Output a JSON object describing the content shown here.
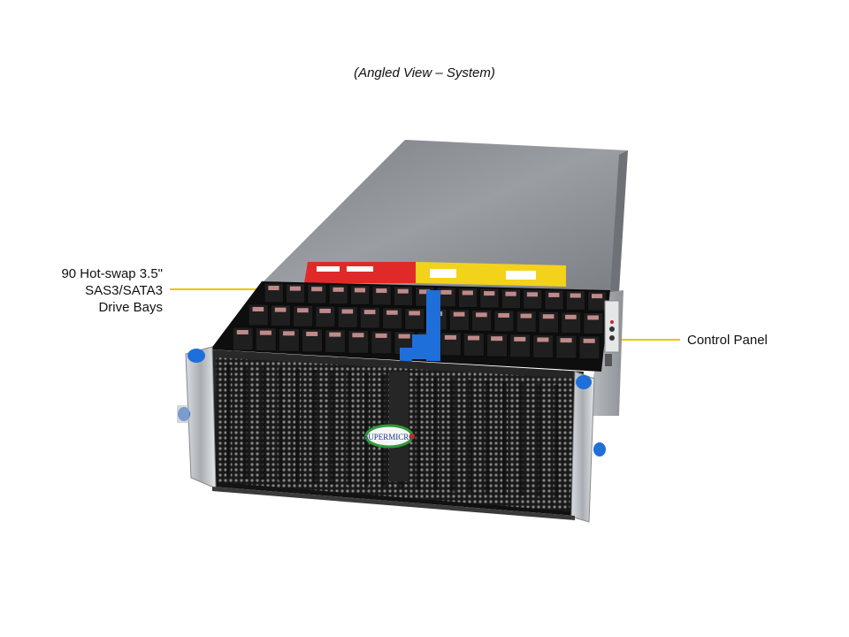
{
  "caption": "(Angled View – System)",
  "callouts": {
    "drive_bays": [
      "90 Hot-swap 3.5\"",
      "SAS3/SATA3",
      "Drive Bays"
    ],
    "control_panel": "Control Panel"
  },
  "logo_text": "SUPERMICRO",
  "colors": {
    "leader_line": "#f2c100",
    "chassis_top": "#8c8f93",
    "drive_tray": "#1c1c1c",
    "drive_latch": "#c08a8a",
    "handle_blue": "#1e6fd9",
    "logo_green": "#2e9a3a"
  }
}
